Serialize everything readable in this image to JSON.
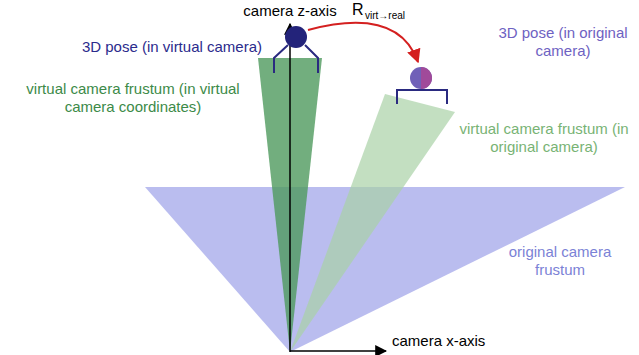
{
  "diagram": {
    "labels": [
      "camera z-axis",
      "R",
      "virt→real",
      "3D pose (in virtual camera)",
      "3D pose (in original camera)",
      "virtual camera frustum (in virtual camera coordinates)",
      "virtual camera frustum (in original camera)",
      "original camera frustum",
      "camera x-axis"
    ]
  }
}
